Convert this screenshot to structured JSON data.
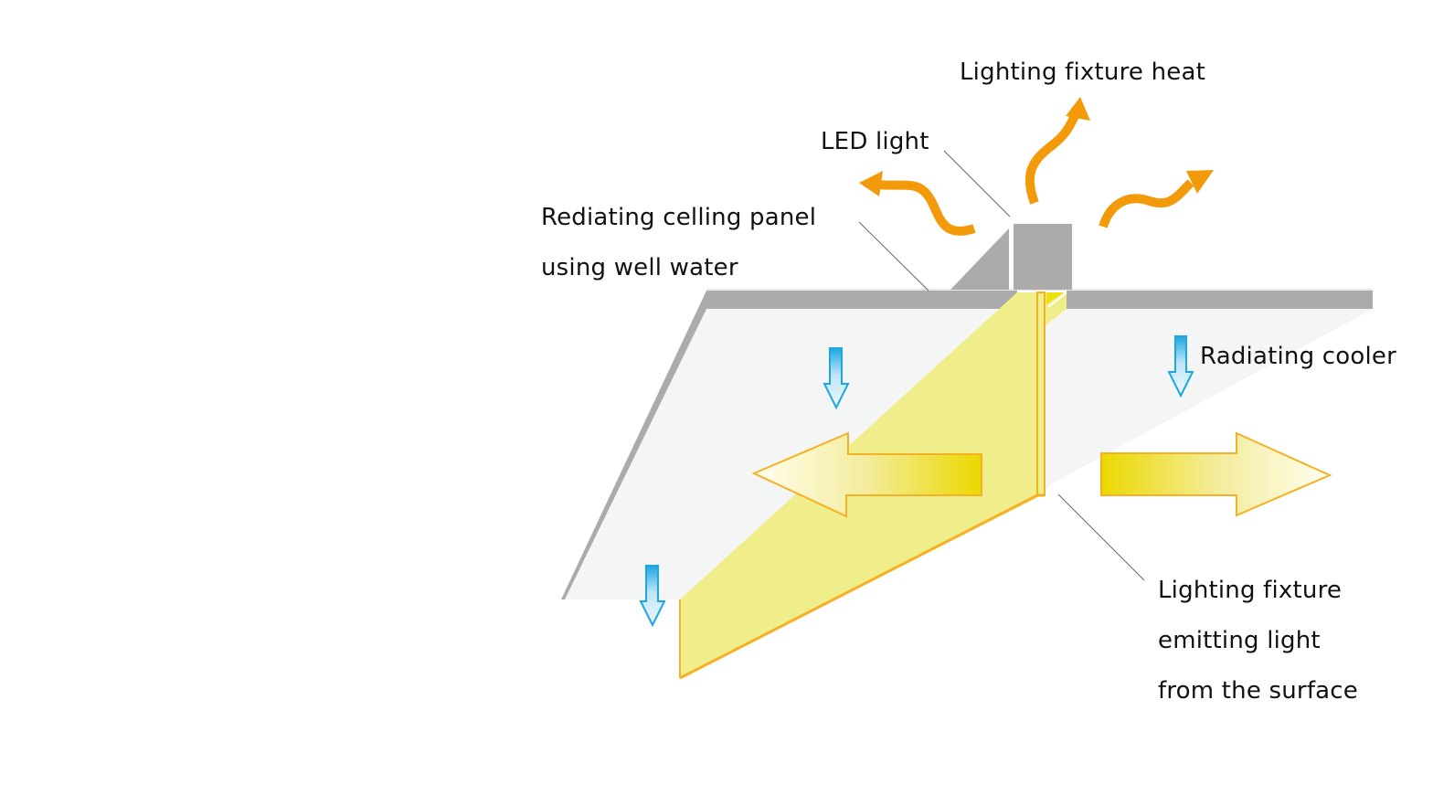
{
  "diagram": {
    "title": "Radiating ceiling panel with surface-emitting lighting fixture",
    "colors": {
      "background": "#ffffff",
      "panel_face": "#f4f6f5",
      "panel_edge": "#aaabaa",
      "fixture_fill": "#f0ee8a",
      "fixture_outline": "#f6b026",
      "fixture_bright": "#ece00a",
      "heat_arrow": "#f39a0a",
      "cool_arrow_outline": "#1ea6e0",
      "cool_arrow_fill_top": "#1ea6e0",
      "cool_arrow_fill_bottom": "#e8f5fc",
      "leader_line": "#555555",
      "text": "#111111"
    },
    "labels": {
      "lighting_fixture_heat": "Lighting fixture heat",
      "led_light": "LED light",
      "ceiling_panel": [
        "Rediating celling panel",
        "using well water"
      ],
      "radiating_cooler": "Radiating cooler",
      "fixture_emitting": [
        "Lighting fixture",
        "emitting light",
        "from the surface"
      ]
    },
    "elements": {
      "heat_arrows": [
        "heat-arrow-left",
        "heat-arrow-up",
        "heat-arrow-right"
      ],
      "cool_arrows": [
        "cool-arrow-center",
        "cool-arrow-left",
        "cool-arrow-right"
      ],
      "light_arrows": [
        "light-arrow-left",
        "light-arrow-right"
      ]
    }
  }
}
